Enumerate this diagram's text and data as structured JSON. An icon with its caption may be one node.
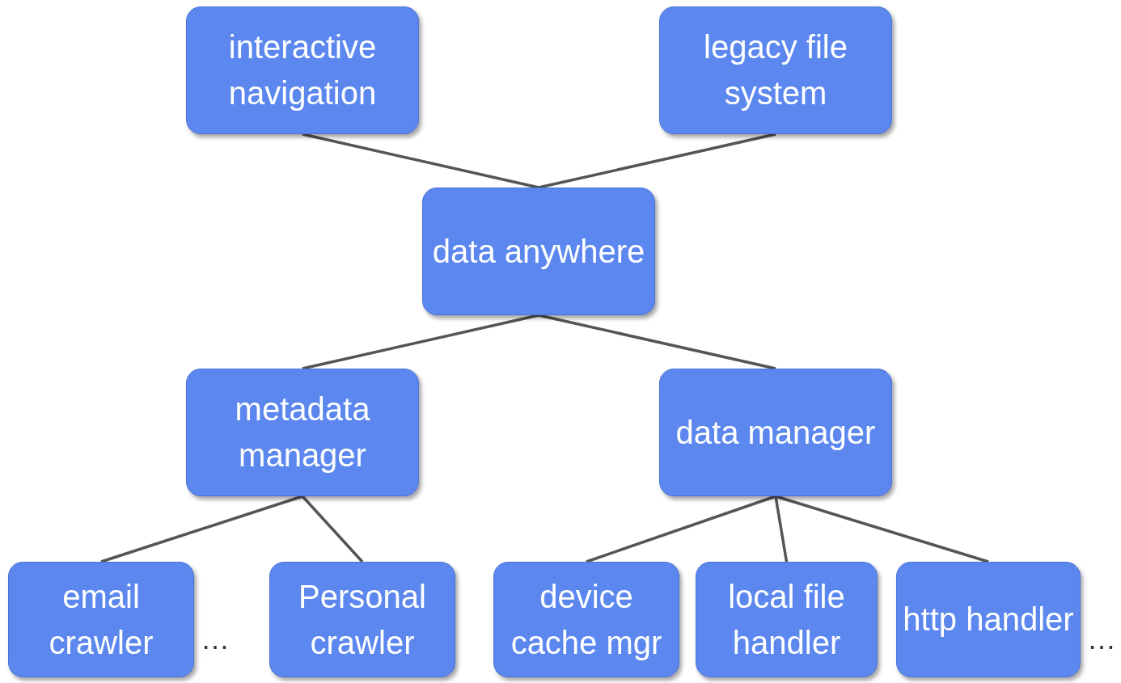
{
  "diagram": {
    "nodes": [
      {
        "text": [
          "interactive navigation"
        ]
      },
      {
        "text": [
          "legacy file system"
        ]
      },
      {
        "text": [
          "data anywhere"
        ]
      },
      {
        "text": [
          "metadata manager"
        ]
      },
      {
        "text": [
          "data manager"
        ]
      },
      {
        "text": [
          "email crawler"
        ]
      },
      {
        "text": [
          "Personal crawler"
        ]
      },
      {
        "text": [
          "device cache mgr"
        ]
      },
      {
        "text": [
          "local file handler"
        ]
      },
      {
        "text": [
          "http handler"
        ]
      }
    ],
    "edges": [
      {
        "from": 0,
        "to": 2,
        "arrow": "none"
      },
      {
        "from": 1,
        "to": 2,
        "arrow": "none"
      },
      {
        "from": 2,
        "to": 3,
        "arrow": "none"
      },
      {
        "from": 2,
        "to": 4,
        "arrow": "none"
      },
      {
        "from": 3,
        "to": 5,
        "arrow": "none"
      },
      {
        "from": 3,
        "to": 6,
        "arrow": "none"
      },
      {
        "from": 4,
        "to": 7,
        "arrow": "none"
      },
      {
        "from": 4,
        "to": 8,
        "arrow": "none"
      },
      {
        "from": 4,
        "to": 9,
        "arrow": "none"
      }
    ],
    "labels": [
      "…",
      "…"
    ]
  }
}
